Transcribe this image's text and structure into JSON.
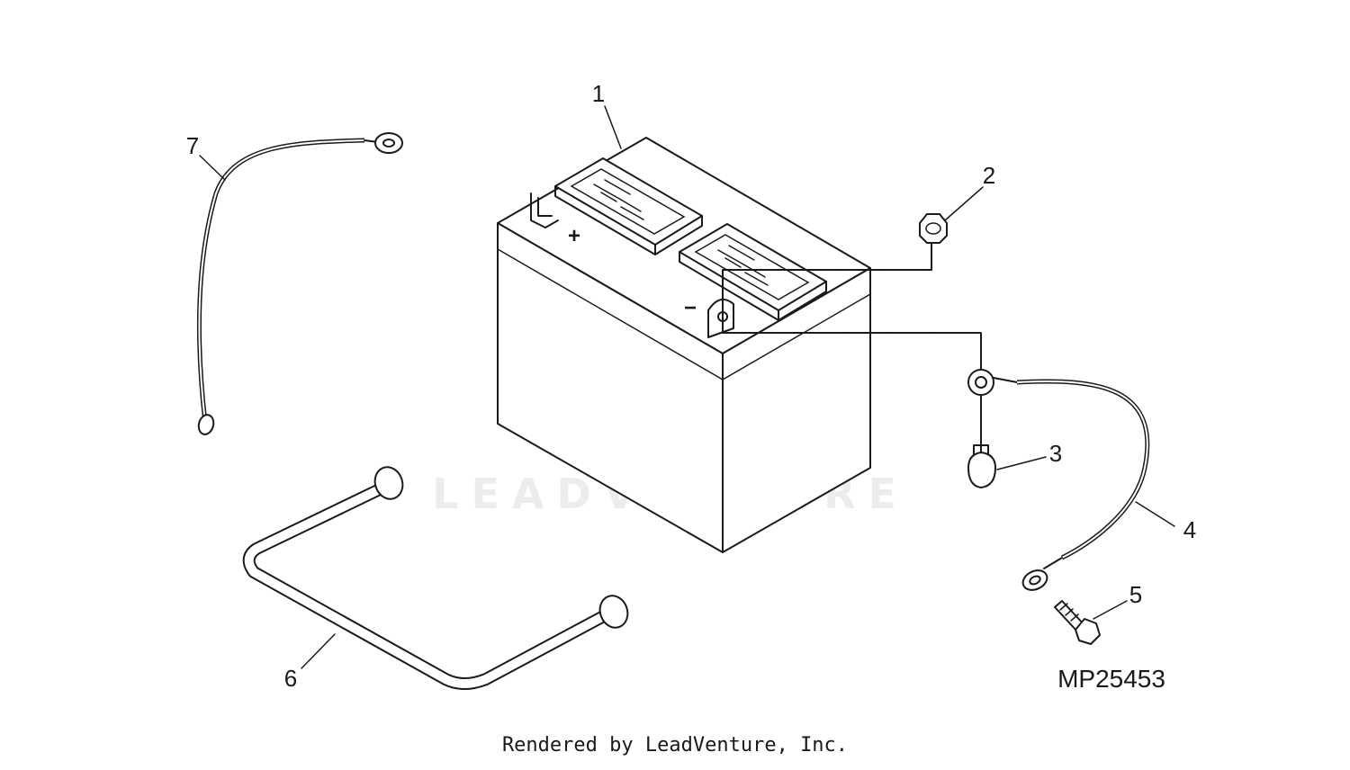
{
  "diagram": {
    "callouts": [
      "1",
      "2",
      "3",
      "4",
      "5",
      "6",
      "7"
    ],
    "figure_id": "MP25453",
    "watermark": "LEADVENTURE",
    "terminal_positive": "+",
    "terminal_negative": "−"
  },
  "footer": {
    "text": "Rendered by LeadVenture, Inc."
  },
  "colors": {
    "ink": "#1a1a1a",
    "background": "#ffffff"
  }
}
